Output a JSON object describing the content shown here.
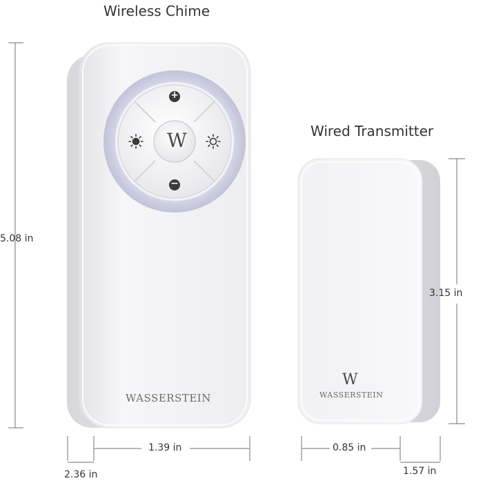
{
  "titles": {
    "chime": "Wireless Chime",
    "transmitter": "Wired Transmitter"
  },
  "dimensions": {
    "chime_height": "5.08 in",
    "chime_width": "1.39 in",
    "chime_depth": "2.36 in",
    "transmitter_height": "3.15 in",
    "transmitter_width": "0.85 in",
    "transmitter_depth": "1.57 in"
  },
  "brand": {
    "name": "WASSERSTEIN",
    "monogram": "W"
  },
  "buttons": {
    "volume_up": "+",
    "volume_down": "−"
  },
  "colors": {
    "device_body": "#f3f3f5",
    "ring_glow": "#c9c9df",
    "dimension_line": "#8a8a8a"
  }
}
